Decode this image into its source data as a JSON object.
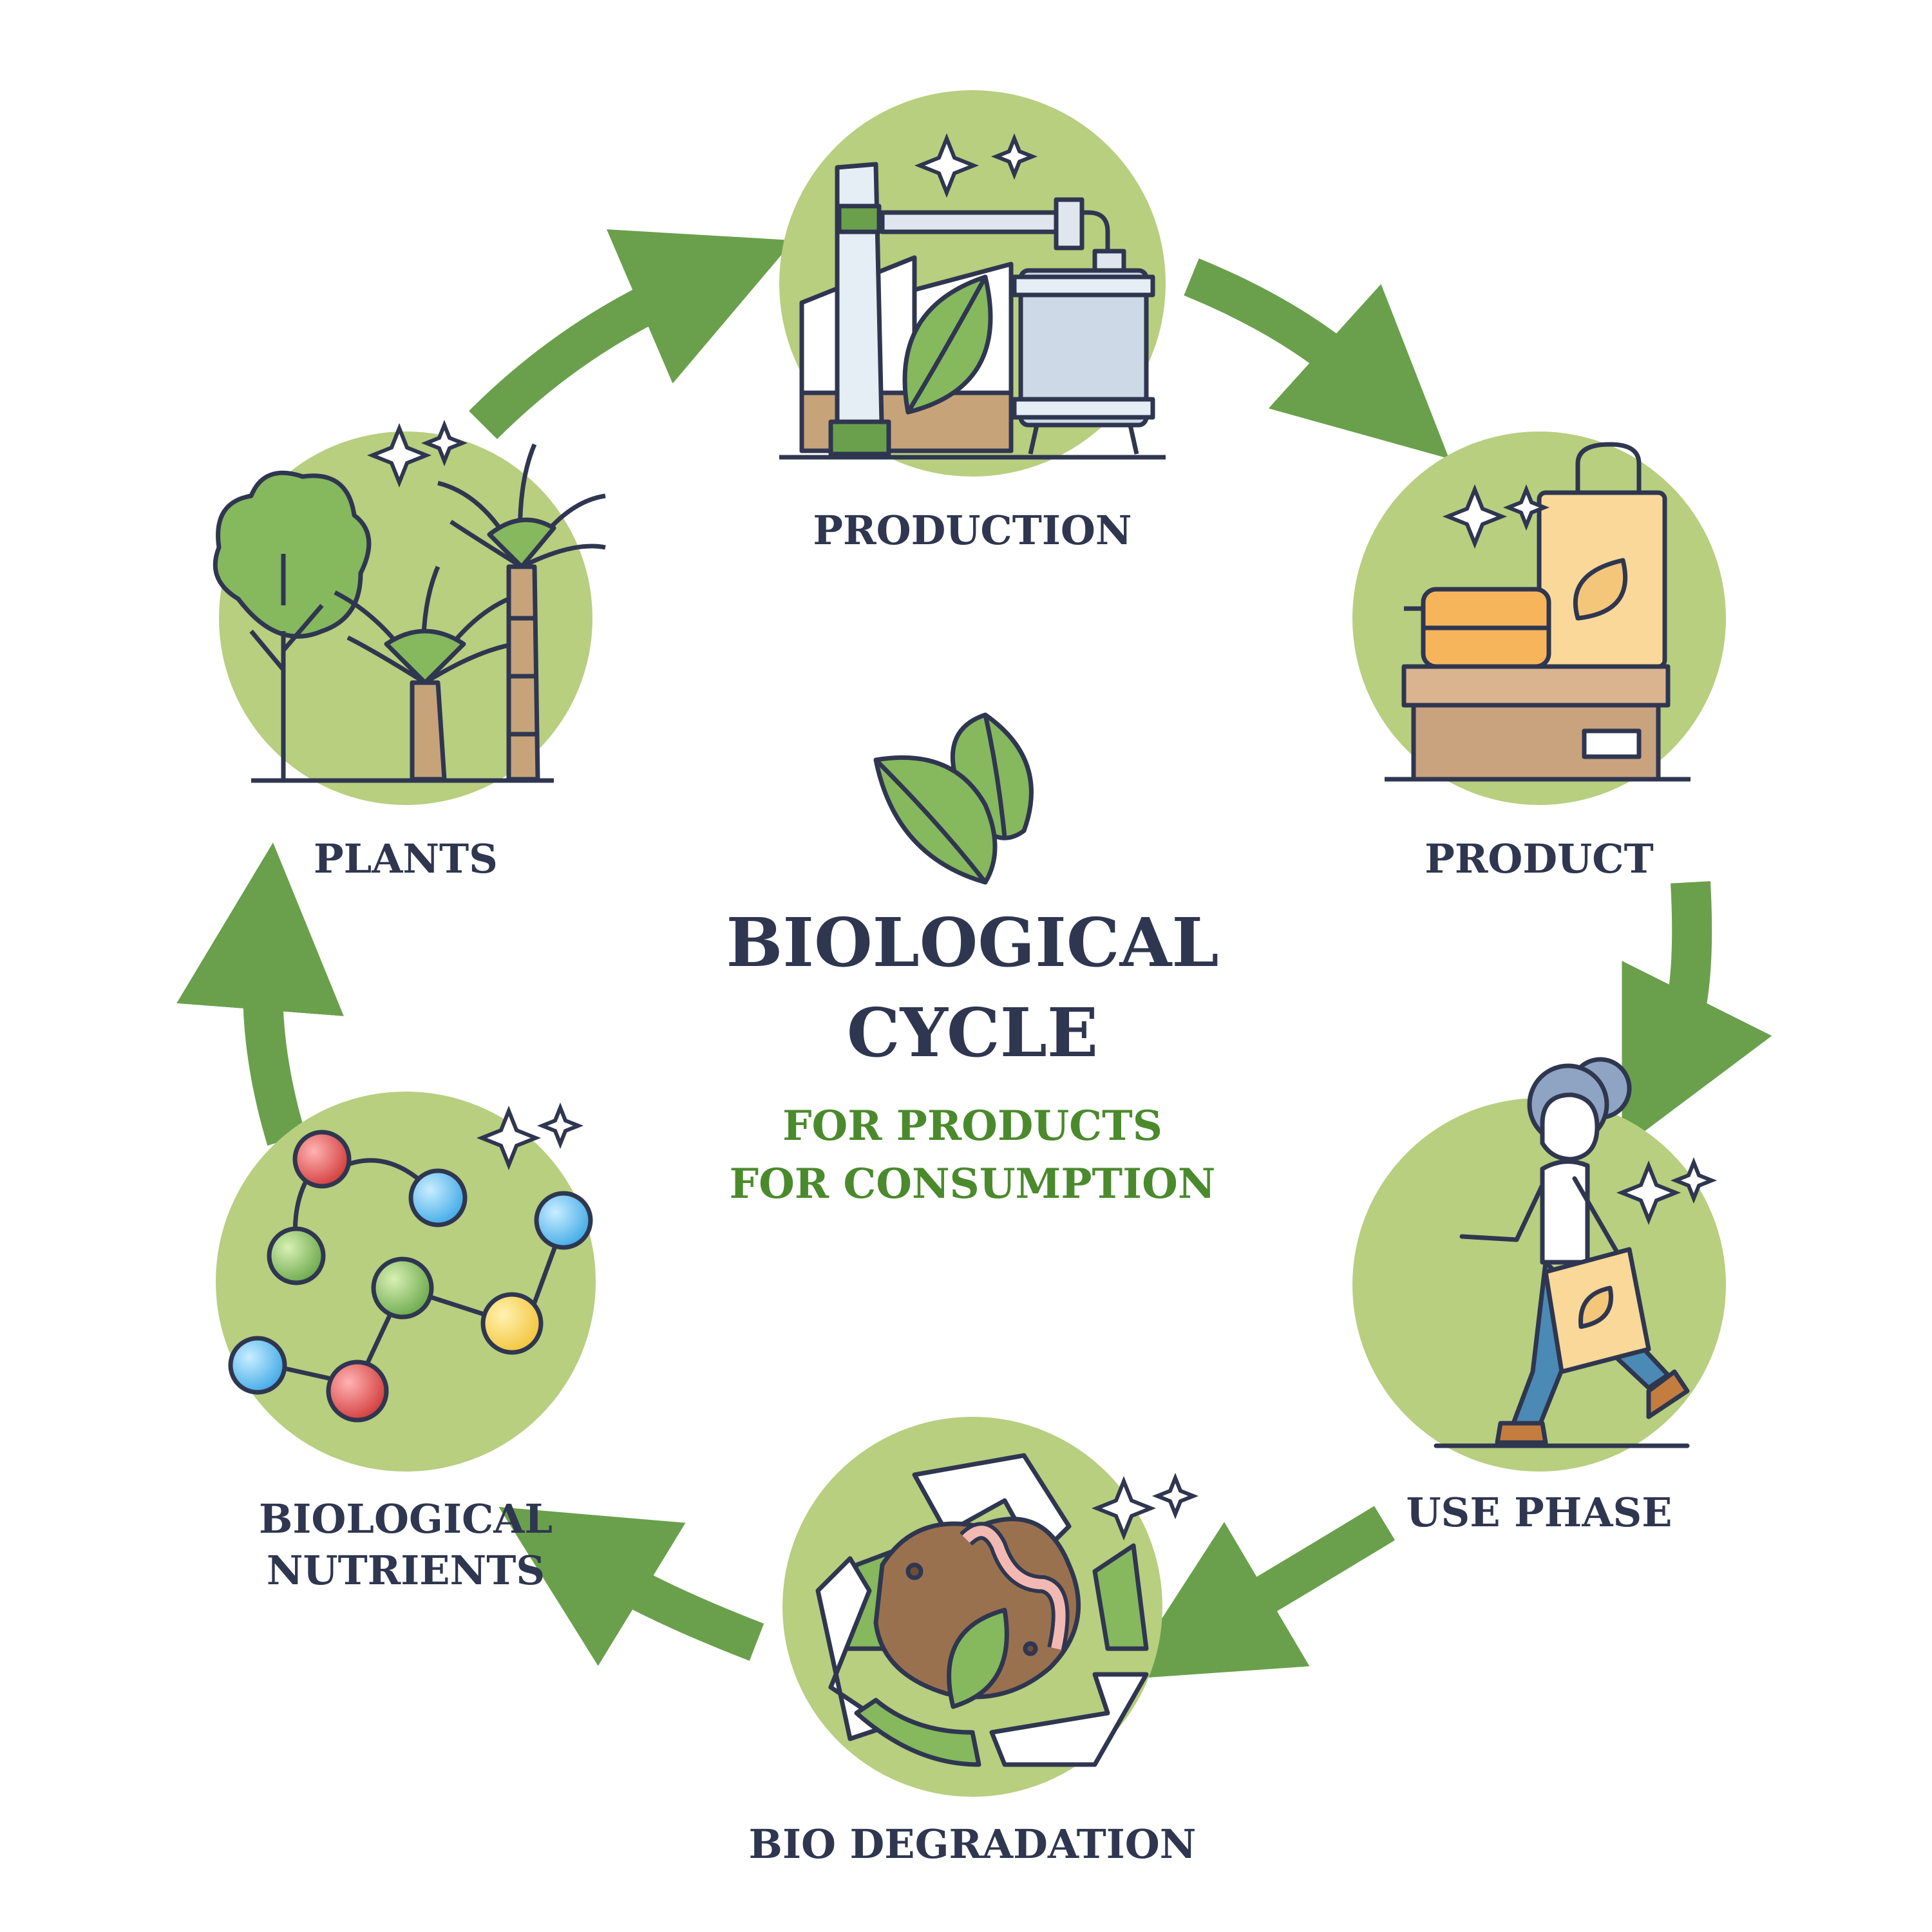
{
  "title": {
    "line1": "BIOLOGICAL",
    "line2": "CYCLE"
  },
  "subtitle": {
    "line1": "FOR PRODUCTS",
    "line2": "FOR CONSUMPTION"
  },
  "stages": [
    {
      "id": "production",
      "label": "PRODUCTION",
      "icon": "factory-icon"
    },
    {
      "id": "product",
      "label": "PRODUCT",
      "icon": "packaging-icon"
    },
    {
      "id": "use-phase",
      "label": "USE PHASE",
      "icon": "walking-person-icon"
    },
    {
      "id": "bio-degradation",
      "label": "BIO DEGRADATION",
      "icon": "recycle-soil-icon"
    },
    {
      "id": "biological-nutrients",
      "label_line1": "BIOLOGICAL",
      "label_line2": "NUTRIENTS",
      "icon": "molecule-icon"
    },
    {
      "id": "plants",
      "label": "PLANTS",
      "icon": "plants-icon"
    }
  ],
  "colors": {
    "circle": "#b7cf7f",
    "arrow": "#6aa04c",
    "leaf": "#86b85e",
    "text": "#2f3650",
    "subtitle": "#4b8a2c"
  }
}
